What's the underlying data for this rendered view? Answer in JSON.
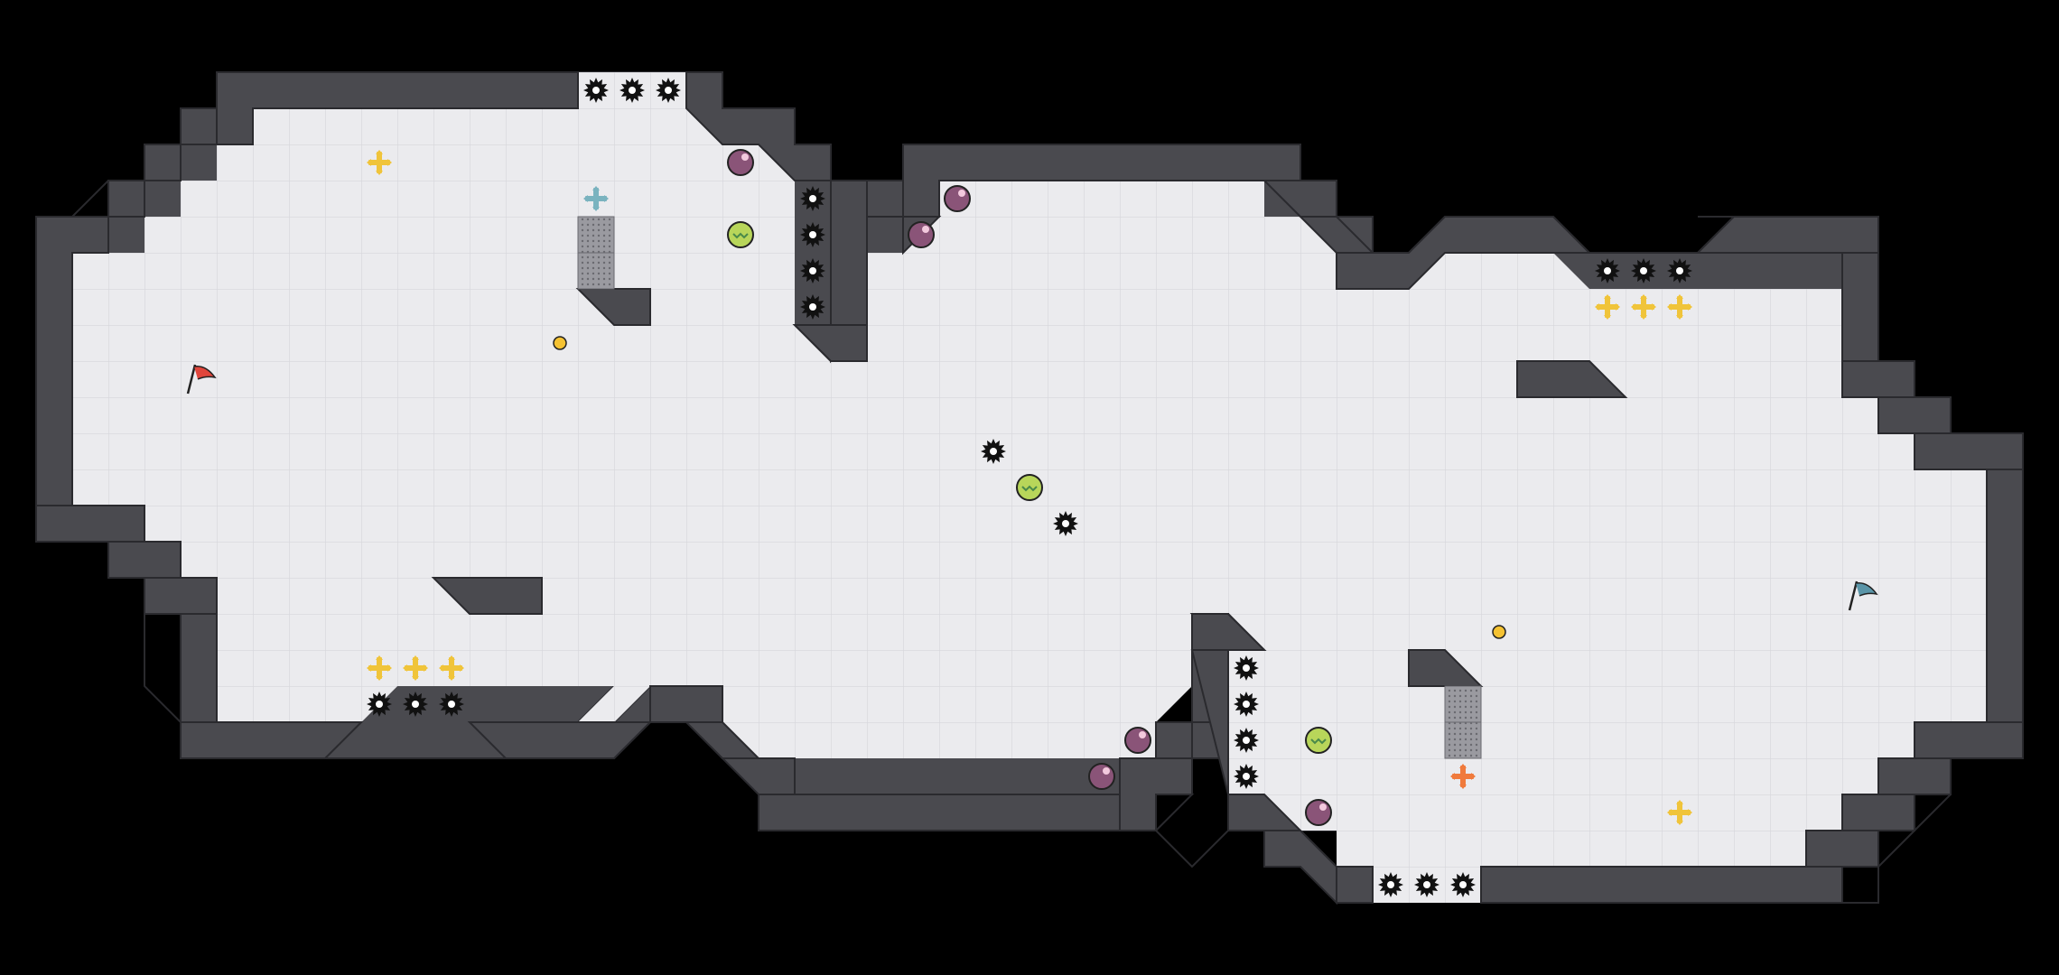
{
  "level": {
    "name": "",
    "grid_cols": 57,
    "grid_rows": 27
  },
  "colors": {
    "background": "#000000",
    "floor": "#ebebee",
    "grid_line": "#d6d6db",
    "wall": "#4a4a4f",
    "wall_edge": "#2a2a2e",
    "ice_block": "#8e8e92",
    "spike": "#111111",
    "red_flag": "#e0463c",
    "blue_flag": "#5a95a8",
    "yellow_cross": "#f0c43a",
    "teal_cross": "#7ab3bf",
    "orange_cross": "#f07a3c",
    "purple_orb": "#8a5478",
    "green_orb": "#b8d65a",
    "coin": "#f5c232"
  },
  "legend": {
    "start_flag": "red-flag-icon",
    "goal_flag": "blue-flag-icon",
    "spike": "spike-gear-icon",
    "plus_pickup": "cross-pickup-icon",
    "orb_enemy": "orb-enemy-icon",
    "coin": "coin-icon",
    "ice_block": "crumbling-block"
  }
}
